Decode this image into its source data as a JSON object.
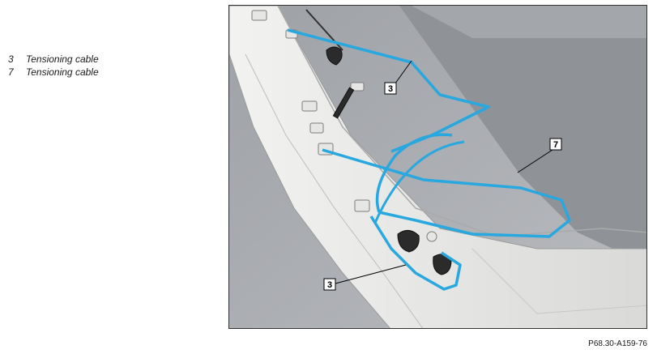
{
  "legend": {
    "items": [
      {
        "number": "3",
        "label": "Tensioning cable"
      },
      {
        "number": "7",
        "label": "Tensioning cable"
      }
    ]
  },
  "figure": {
    "callouts": [
      "3",
      "7",
      "3"
    ],
    "reference": "P68.30-A159-76",
    "cable_color": "#29a8e0"
  }
}
